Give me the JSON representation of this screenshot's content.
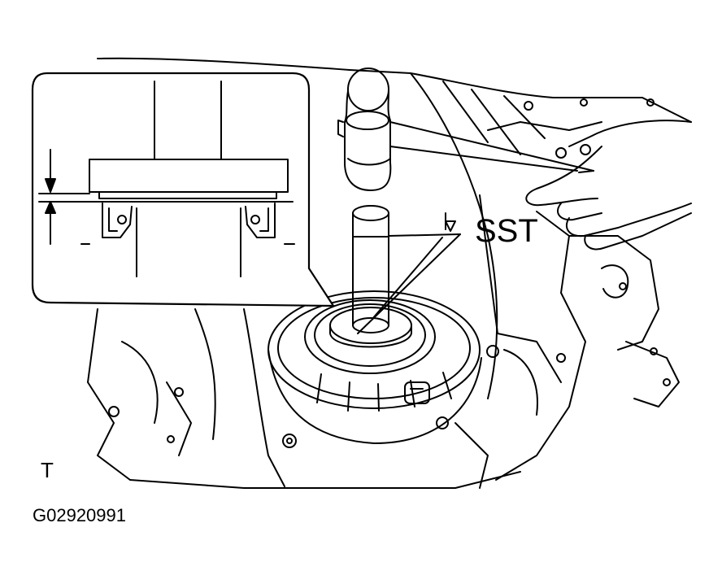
{
  "labels": {
    "tool": "SST",
    "corner_mark": "T",
    "figure_code": "G02920991"
  },
  "colors": {
    "ink": "#000000",
    "paper": "#ffffff"
  },
  "icons": [
    "hammer-icon",
    "hand-icon",
    "transaxle-case-illustration",
    "oil-seal-detail-inset",
    "dimension-arrow-icon"
  ]
}
